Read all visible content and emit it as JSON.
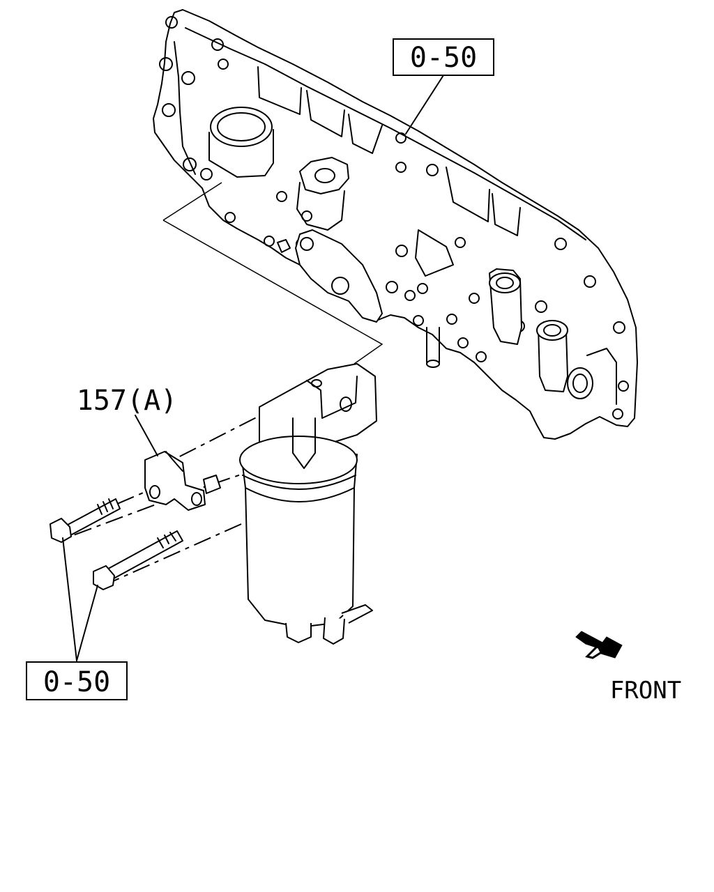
{
  "callouts": {
    "top_ref": "0-50",
    "bracket_ref": "157(A)",
    "bottom_ref": "0-50"
  },
  "orientation": {
    "front_label": "FRONT"
  }
}
